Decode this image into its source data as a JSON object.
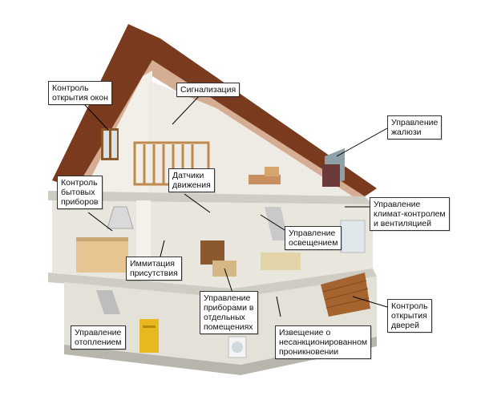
{
  "labels": {
    "window_control": "Контроль\nоткрытия окон",
    "alarm": "Сигнализация",
    "blinds": "Управление\nжалюзи",
    "appliances": "Контроль\nбытовых\nприборов",
    "motion_sensors": "Датчики\nдвижения",
    "climate": "Управление\nклимат-контролем\nи вентиляцией",
    "lighting": "Управление\nосвещением",
    "presence": "Иммитация\nприсутствия",
    "room_devices": "Управление\nприборами в\nотдельных\nпомещениях",
    "doors": "Контроль\nоткрытия\nдверей",
    "heating": "Управление\nотоплением",
    "intrusion": "Извещение о\nнесанкционированном\nпроникновении"
  },
  "colors": {
    "roof": "#7a3a1e",
    "wall": "#ece8df",
    "floor": "#d8d6d0",
    "wood": "#c08a4e",
    "boiler": "#e8b820",
    "leader": "#000000"
  }
}
